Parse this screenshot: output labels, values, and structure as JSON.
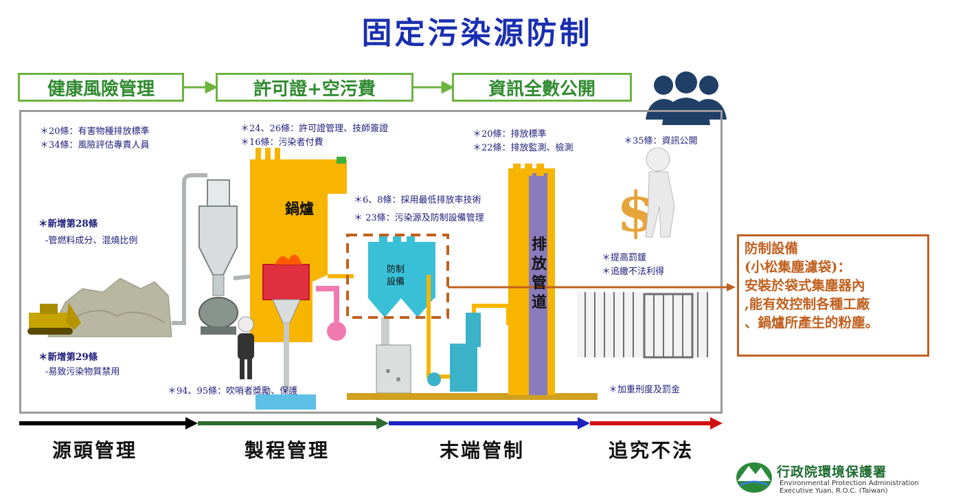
{
  "title": "固定污染源防制",
  "stages": [
    "健康風險管理",
    "許可證+空污費",
    "資訊全數公開"
  ],
  "notes": {
    "source_20": "＊20條：有害物種排放標準",
    "source_34": "＊34條：風險評估專責人員",
    "source_28": "＊新增第28條",
    "source_28_detail": "-管燃料成分、混燒比例",
    "source_29": "＊新增第29條",
    "source_29_detail": "-易致污染物質禁用",
    "process_24": "＊24、26條：許可證管理、技師簽證",
    "process_16": "＊16條：污染者付費",
    "process_6": "＊6、8條：採用最低排放率技術",
    "process_23": "＊ 23條：污染源及防制設備管理",
    "process_94": "＊94、95條：吹哨者獎勵、保護",
    "end_20": "＊20條：排放標準",
    "end_22": "＊22條：排放監測、檢測",
    "law_35": "＊35條：資訊公開",
    "law_fine": "＊提高罰鍰",
    "law_profit": "＊追繳不法利得",
    "law_penalty": "＊加重刑度及罰金"
  },
  "labels": {
    "boiler": "鍋爐",
    "equipment_line1": "防制",
    "equipment_line2": "設備",
    "stack": [
      "排",
      "放",
      "管",
      "道"
    ]
  },
  "phases": [
    "源頭管理",
    "製程管理",
    "末端管制",
    "追究不法"
  ],
  "callout": [
    "防制設備",
    "(小松集塵濾袋)：",
    "安裝於袋式集塵器內",
    ",能有效控制各種工廠",
    "、鍋爐所產生的粉塵。"
  ],
  "logo": {
    "name_cn": "行政院環境保護署",
    "name_en_line1": "Environmental Protection Administration",
    "name_en_line2": "Executive Yuan, R.O.C. (Taiwan)"
  },
  "colors": {
    "title": "#1a2fb0",
    "stage": "#6cb33f",
    "boiler": "#f7b500",
    "equipment": "#39c0d6",
    "stack": "#8a7bbd",
    "callout": "#c0601e",
    "phase_arrows": [
      "#000000",
      "#2f6b2f",
      "#1a22c0",
      "#d01010"
    ]
  },
  "icons": [
    "people-icon",
    "dollar-man-icon",
    "jail-icon",
    "whistleblower-icon",
    "epa-logo-icon"
  ]
}
